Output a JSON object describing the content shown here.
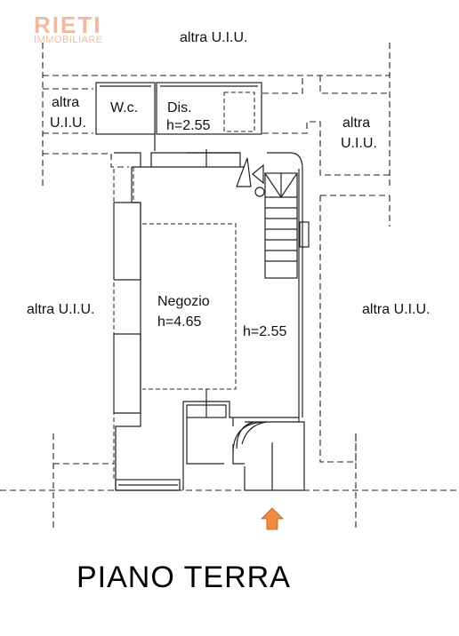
{
  "logo": {
    "name": "RIETI",
    "tagline": "IMMOBILIARE",
    "color": "#f2b9a0"
  },
  "plan": {
    "title": "PIANO TERRA",
    "entrance_arrow_color": "#f08a3c",
    "rooms": {
      "wc": "W.c.",
      "dis": "Dis.",
      "dis_height": "h=2.55",
      "negozio": "Negozio",
      "negozio_height": "h=4.65",
      "right_height": "h=2.55"
    },
    "neighbors": {
      "top": "altra U.I.U.",
      "top_left_1": "altra",
      "top_left_2": "U.I.U.",
      "top_right_1": "altra",
      "top_right_2": "U.I.U.",
      "left": "altra U.I.U.",
      "right": "altra U.I.U."
    }
  }
}
